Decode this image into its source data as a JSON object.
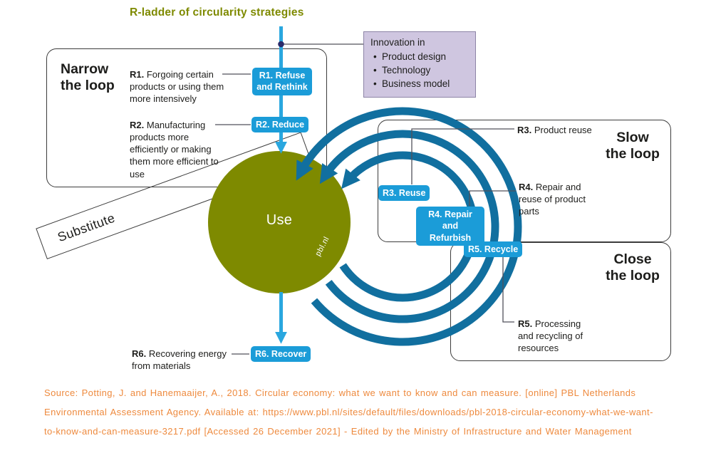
{
  "colors": {
    "olive": "#7e8a00",
    "badge_blue": "#1b9cd8",
    "arrow_blue": "#2aa7df",
    "loop_blue": "#116f9f",
    "orange": "#ee8a3e",
    "lavender": "#cfc6e0"
  },
  "title": "R-ladder of circularity strategies",
  "innovation": {
    "title": "Innovation in",
    "items": [
      "Product design",
      "Technology",
      "Business model"
    ]
  },
  "narrow_loop": {
    "label": "Narrow\nthe loop",
    "items": [
      {
        "prefix": "R1.",
        "text": "Forgoing certain products or using them more intensively"
      },
      {
        "prefix": "R2.",
        "text": "Manufacturing products more efficiently or making them more efficient to use"
      }
    ]
  },
  "slow_loop": {
    "label": "Slow\nthe loop",
    "items": [
      {
        "prefix": "R3.",
        "text": "Product reuse"
      },
      {
        "prefix": "R4.",
        "text": "Repair and reuse of product parts"
      }
    ]
  },
  "close_loop": {
    "label": "Close\nthe loop",
    "items": [
      {
        "prefix": "R5.",
        "text": "Processing and recycling of resources"
      }
    ]
  },
  "recover": {
    "prefix": "R6.",
    "text": "Recovering energy from materials"
  },
  "badges": {
    "r1": "R1. Refuse and Rethink",
    "r2": "R2. Reduce",
    "r3": "R3. Reuse",
    "r4": "R4. Repair and Refurbish",
    "r5": "R5. Recycle",
    "r6": "R6. Recover"
  },
  "circle": {
    "label": "Use",
    "watermark": "pbl.nl"
  },
  "substitute_label": "Substitute",
  "source_lines": [
    "Source: Potting, J. and Hanemaaijer, A., 2018. Circular economy: what we want to know and can measure. [online] PBL Netherlands",
    "Environmental Assessment Agency. Available at: https://www.pbl.nl/sites/default/files/downloads/pbl-2018-circular-economy-what-we-want-",
    "to-know-and-can-measure-3217.pdf [Accessed 26 December 2021] - Edited by the Ministry of Infrastructure and Water Management"
  ]
}
